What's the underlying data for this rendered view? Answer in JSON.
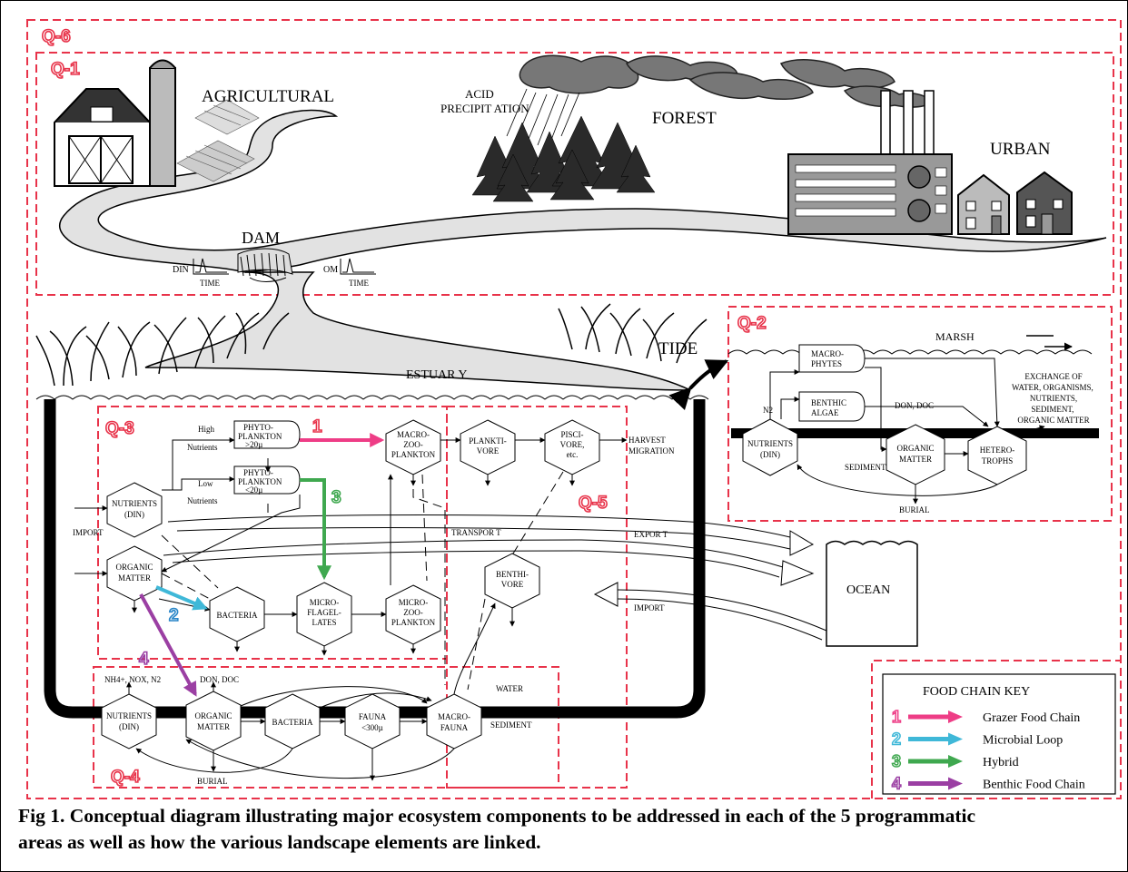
{
  "areas": {
    "q1": "Q-1",
    "q2": "Q-2",
    "q3": "Q-3",
    "q4": "Q-4",
    "q5": "Q-5",
    "q6": "Q-6"
  },
  "landscape": {
    "agricultural": "AGRICULTURAL",
    "acid_line1": "ACID",
    "acid_line2": "PRECIPIT ATION",
    "forest": "FOREST",
    "urban": "URBAN",
    "dam": "DAM",
    "din": "DIN",
    "om": "OM",
    "time": "TIME"
  },
  "estuary": {
    "label": "ESTUAR Y",
    "tide": "TIDE"
  },
  "marsh": {
    "title": "MARSH",
    "macrophytes": [
      "MACRO-",
      "PHYTES"
    ],
    "benthic_algae": [
      "BENTHIC",
      "ALGAE"
    ],
    "n2": "N2",
    "don_doc": "DON, DOC",
    "exchange": [
      "EXCHANGE OF",
      "WATER, ORGANISMS,",
      "NUTRIENTS,",
      "SEDIMENT,",
      "ORGANIC MATTER"
    ],
    "nutrients": [
      "NUTRIENTS",
      "(DIN)"
    ],
    "organic_matter": [
      "ORGANIC",
      "MATTER"
    ],
    "heterotrophs": [
      "HETERO-",
      "TROPHS"
    ],
    "sediment": "SEDIMENT",
    "burial": "BURIAL"
  },
  "water_column": {
    "high": "High",
    "low": "Low",
    "nutrients_word": "Nutrients",
    "phyto_large": [
      "PHYTO-",
      "PLANKTON",
      ">20µ"
    ],
    "phyto_small": [
      "PHYTO-",
      "PLANKTON",
      "<20µ"
    ],
    "macrozoo": [
      "MACRO-",
      "ZOO-",
      "PLANKTON"
    ],
    "planktivore": [
      "PLANKTI-",
      "VORE"
    ],
    "piscivore": [
      "PISCI-",
      "VORE,",
      "etc."
    ],
    "harvest": "HARVEST",
    "migration": "MIGRATION",
    "nutrients": [
      "NUTRIENTS",
      "(DIN)"
    ],
    "import": "IMPORT",
    "organic_matter": [
      "ORGANIC",
      "MATTER"
    ],
    "transport": "TRANSPOR T",
    "export": "EXPOR T",
    "import2": "IMPORT",
    "benthivore": [
      "BENTHI-",
      "VORE"
    ],
    "bacteria": "BACTERIA",
    "microflagellates": [
      "MICRO-",
      "FLAGEL-",
      "LATES"
    ],
    "microzoo": [
      "MICRO-",
      "ZOO-",
      "PLANKTON"
    ],
    "ocean": "OCEAN"
  },
  "benthos": {
    "nh4": "NH4+, NOX, N2",
    "don_doc": "DON, DOC",
    "water": "WATER",
    "sediment": "SEDIMENT",
    "nutrients": [
      "NUTRIENTS",
      "(DIN)"
    ],
    "organic_matter": [
      "ORGANIC",
      "MATTER"
    ],
    "bacteria": "BACTERIA",
    "fauna": [
      "FAUNA",
      "<300µ"
    ],
    "macrofauna": [
      "MACRO-",
      "FAUNA"
    ],
    "burial": "BURIAL"
  },
  "chains": {
    "c1": "1",
    "c2": "2",
    "c3": "3",
    "c4": "4"
  },
  "key": {
    "title": "FOOD CHAIN KEY",
    "items": [
      {
        "num": "1",
        "label": "Grazer Food Chain",
        "color": "#ee3d86"
      },
      {
        "num": "2",
        "label": "Microbial Loop",
        "color": "#3fb8d8"
      },
      {
        "num": "3",
        "label": "Hybrid",
        "color": "#3fa84f"
      },
      {
        "num": "4",
        "label": "Benthic Food Chain",
        "color": "#9b3fa3"
      }
    ]
  },
  "caption": "Fig 1. Conceptual diagram illustrating major ecosystem components to be addressed in each of the 5 programmatic areas as well as how the various landscape elements are linked."
}
